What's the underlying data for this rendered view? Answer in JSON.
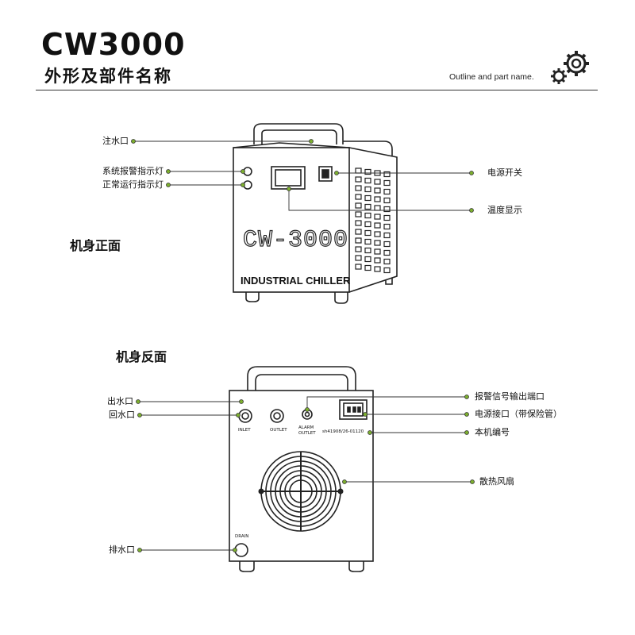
{
  "header": {
    "model": "CW3000",
    "subtitle": "外形及部件名称",
    "english_caption": "Outline and part name."
  },
  "front_view": {
    "section_title": "机身正面",
    "body_text_model": "CW-3000",
    "body_text_name": "INDUSTRIAL CHILLER",
    "labels": {
      "water_inlet": "注水口",
      "alarm_light": "系统报警指示灯",
      "run_light": "正常运行指示灯",
      "power_switch": "电源开关",
      "temp_display": "温度显示"
    }
  },
  "back_view": {
    "section_title": "机身反面",
    "port_texts": {
      "inlet": "INLET",
      "outlet": "OUTLET",
      "alarm_outlet_1": "ALARM",
      "alarm_outlet_2": "OUTLET",
      "serial": "sh41908/26-01120",
      "drain": "DRAIN"
    },
    "labels": {
      "water_outlet": "出水口",
      "water_return": "回水口",
      "alarm_signal_port": "报警信号输出端口",
      "power_socket": "电源接口（带保险管）",
      "serial_number": "本机编号",
      "cooling_fan": "散热风扇",
      "drain_port": "排水口"
    }
  },
  "colors": {
    "line": "#222222",
    "accent": "#7cae2f"
  }
}
